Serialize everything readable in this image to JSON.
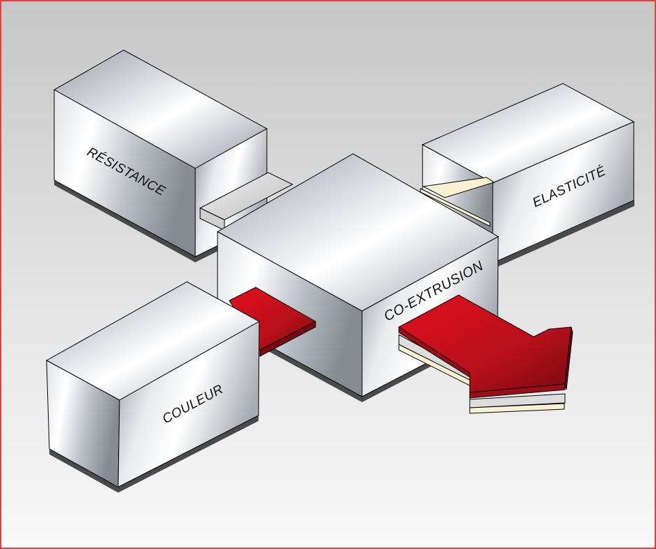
{
  "diagram": {
    "colors": {
      "frame": "#d9443f",
      "bg_top": "#c9c9c9",
      "bg_bottom": "#f7f7f7",
      "accent_red": "#c8101c",
      "cream_layer": "#f8f2d2",
      "grey_layer": "#dcdcdc"
    },
    "boxes": [
      {
        "id": "resistance",
        "label": "RÉSISTANCE"
      },
      {
        "id": "elasticity",
        "label": "ELASTICITÉ"
      },
      {
        "id": "color",
        "label": "COULEUR"
      },
      {
        "id": "coextrusion",
        "label": "CO-EXTRUSION"
      }
    ],
    "output_arrow": {
      "layers": [
        "red",
        "grey",
        "cream"
      ]
    }
  }
}
